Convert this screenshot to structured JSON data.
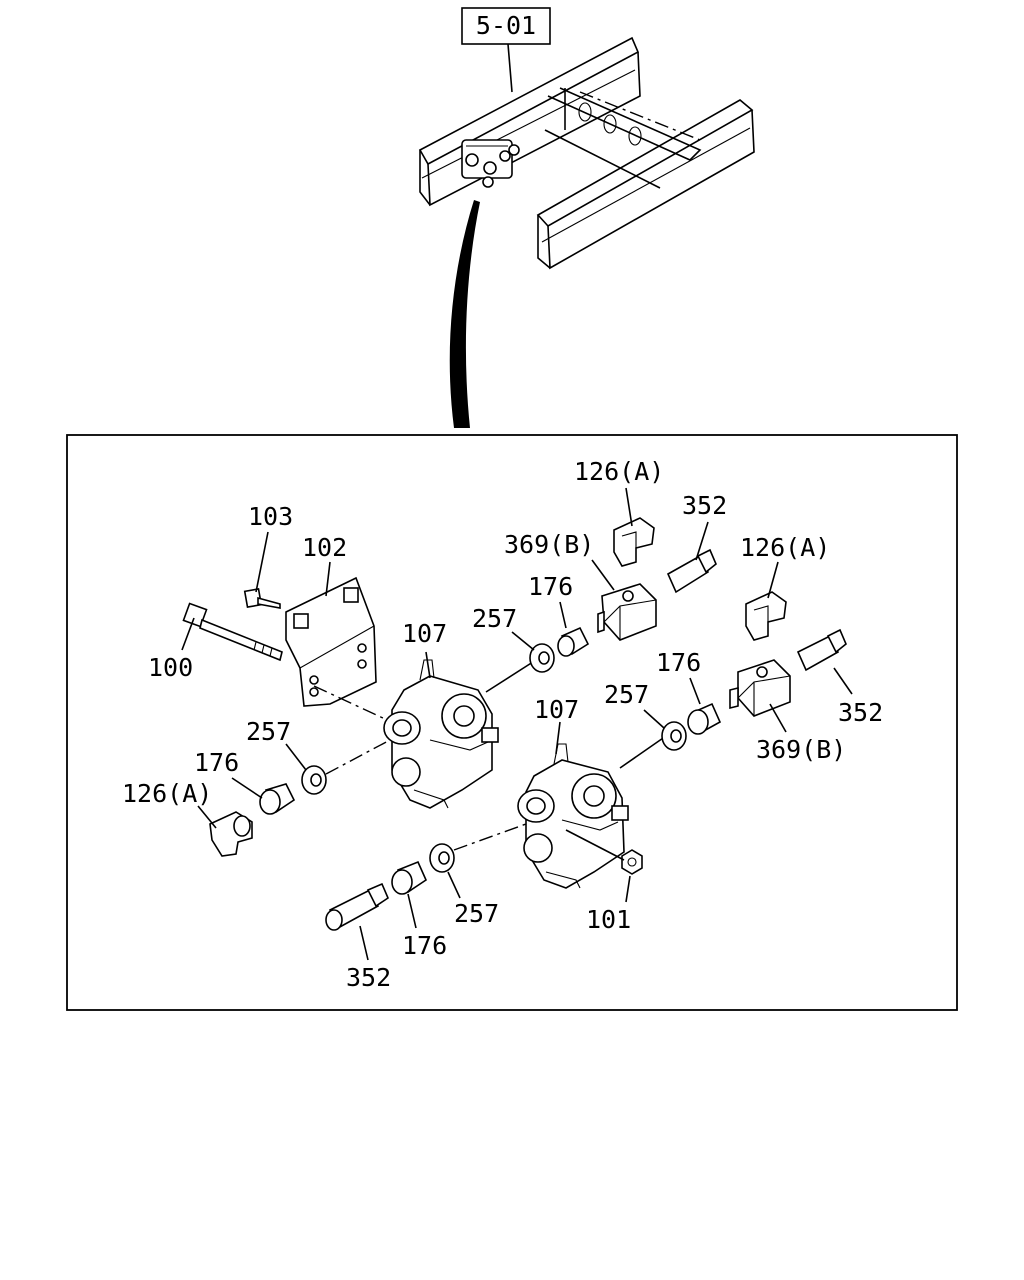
{
  "reference_tag": "5-01",
  "callouts": {
    "p100": "100",
    "p101": "101",
    "p102": "102",
    "p103": "103",
    "p107a": "107",
    "p107b": "107",
    "p126a_top": "126(A)",
    "p126a_right": "126(A)",
    "p126a_left": "126(A)",
    "p176_top": "176",
    "p176_right": "176",
    "p176_left": "176",
    "p176_bottom": "176",
    "p257_top": "257",
    "p257_right": "257",
    "p257_left": "257",
    "p257_bottom": "257",
    "p352_top": "352",
    "p352_right": "352",
    "p352_bottom": "352",
    "p369b_top": "369(B)",
    "p369b_right": "369(B)"
  }
}
